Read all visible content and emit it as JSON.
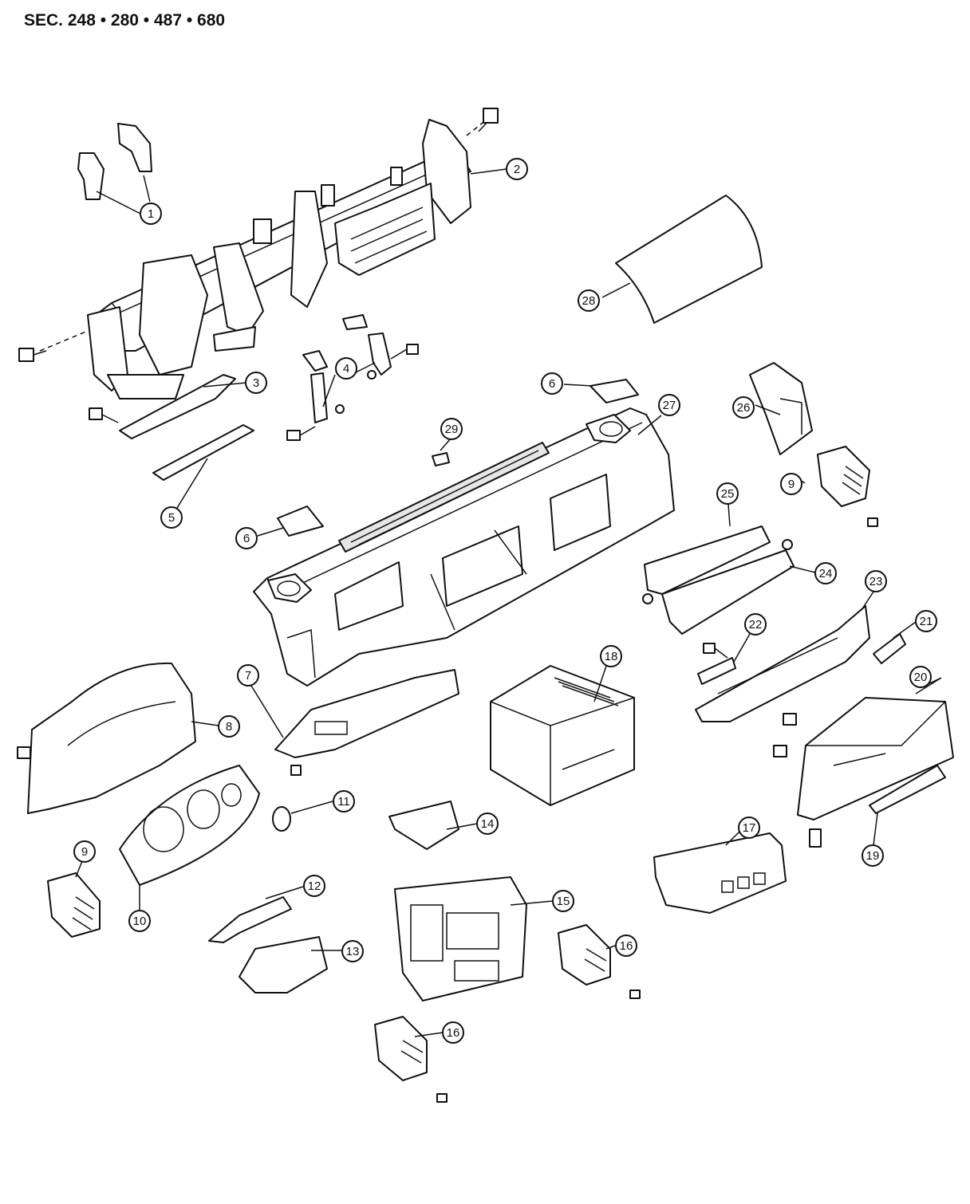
{
  "header": {
    "section_label": "SEC. 248 • 280 • 487 • 680"
  },
  "callouts": [
    {
      "id": "c1",
      "label": "1"
    },
    {
      "id": "c2",
      "label": "2"
    },
    {
      "id": "c3",
      "label": "3"
    },
    {
      "id": "c4",
      "label": "4"
    },
    {
      "id": "c5",
      "label": "5"
    },
    {
      "id": "c6a",
      "label": "6"
    },
    {
      "id": "c6b",
      "label": "6"
    },
    {
      "id": "c7",
      "label": "7"
    },
    {
      "id": "c8",
      "label": "8"
    },
    {
      "id": "c9a",
      "label": "9"
    },
    {
      "id": "c9b",
      "label": "9"
    },
    {
      "id": "c10",
      "label": "10"
    },
    {
      "id": "c11",
      "label": "11"
    },
    {
      "id": "c12",
      "label": "12"
    },
    {
      "id": "c13",
      "label": "13"
    },
    {
      "id": "c14",
      "label": "14"
    },
    {
      "id": "c15",
      "label": "15"
    },
    {
      "id": "c16a",
      "label": "16"
    },
    {
      "id": "c16b",
      "label": "16"
    },
    {
      "id": "c17",
      "label": "17"
    },
    {
      "id": "c18",
      "label": "18"
    },
    {
      "id": "c19",
      "label": "19"
    },
    {
      "id": "c20",
      "label": "20"
    },
    {
      "id": "c21",
      "label": "21"
    },
    {
      "id": "c22",
      "label": "22"
    },
    {
      "id": "c23",
      "label": "23"
    },
    {
      "id": "c24",
      "label": "24"
    },
    {
      "id": "c25",
      "label": "25"
    },
    {
      "id": "c26",
      "label": "26"
    },
    {
      "id": "c27",
      "label": "27"
    },
    {
      "id": "c28",
      "label": "28"
    },
    {
      "id": "c29",
      "label": "29"
    }
  ]
}
